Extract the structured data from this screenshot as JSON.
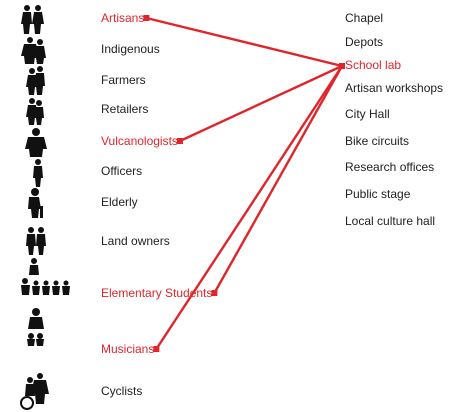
{
  "colors": {
    "highlight": "#e0252a",
    "text": "#222222",
    "silhouette": "#111111"
  },
  "stakeholders": [
    {
      "id": "artisans",
      "label": "Artisans",
      "highlighted": true,
      "icon": "artisans-pair-silhouette-icon"
    },
    {
      "id": "indigenous",
      "label": "Indigenous",
      "highlighted": false,
      "icon": "indigenous-pair-silhouette-icon"
    },
    {
      "id": "farmers",
      "label": "Farmers",
      "highlighted": false,
      "icon": "farmers-pair-silhouette-icon"
    },
    {
      "id": "retailers",
      "label": "Retailers",
      "highlighted": false,
      "icon": "retailers-pair-silhouette-icon"
    },
    {
      "id": "vulcanologists",
      "label": "Vulcanologists",
      "highlighted": true,
      "icon": "vulcanologists-silhouette-icon"
    },
    {
      "id": "officers",
      "label": "Officers",
      "highlighted": false,
      "icon": "officer-silhouette-icon"
    },
    {
      "id": "elderly",
      "label": "Elderly",
      "highlighted": false,
      "icon": "elderly-silhouette-icon"
    },
    {
      "id": "land-owners",
      "label": "Land owners",
      "highlighted": false,
      "icon": "land-owners-pair-silhouette-icon"
    },
    {
      "id": "elementary-students",
      "label": "Elementary Students",
      "highlighted": true,
      "icon": "students-group-silhouette-icon"
    },
    {
      "id": "musicians",
      "label": "Musicians",
      "highlighted": true,
      "icon": "musicians-silhouette-icon"
    },
    {
      "id": "cyclists",
      "label": "Cyclists",
      "highlighted": false,
      "icon": "cyclists-group-silhouette-icon"
    }
  ],
  "places": [
    {
      "id": "chapel",
      "label": "Chapel",
      "highlighted": false
    },
    {
      "id": "depots",
      "label": "Depots",
      "highlighted": false
    },
    {
      "id": "school-lab",
      "label": "School lab",
      "highlighted": true
    },
    {
      "id": "artisan-workshops",
      "label": "Artisan workshops",
      "highlighted": false
    },
    {
      "id": "city-hall",
      "label": "City Hall",
      "highlighted": false
    },
    {
      "id": "bike-circuits",
      "label": "Bike circuits",
      "highlighted": false
    },
    {
      "id": "research-offices",
      "label": "Research offices",
      "highlighted": false
    },
    {
      "id": "public-stage",
      "label": "Public stage",
      "highlighted": false
    },
    {
      "id": "local-culture-hall",
      "label": "Local culture hall",
      "highlighted": false
    }
  ],
  "links": [
    {
      "from": "school-lab",
      "to": "artisans"
    },
    {
      "from": "school-lab",
      "to": "vulcanologists"
    },
    {
      "from": "school-lab",
      "to": "elementary-students"
    },
    {
      "from": "school-lab",
      "to": "musicians"
    }
  ]
}
